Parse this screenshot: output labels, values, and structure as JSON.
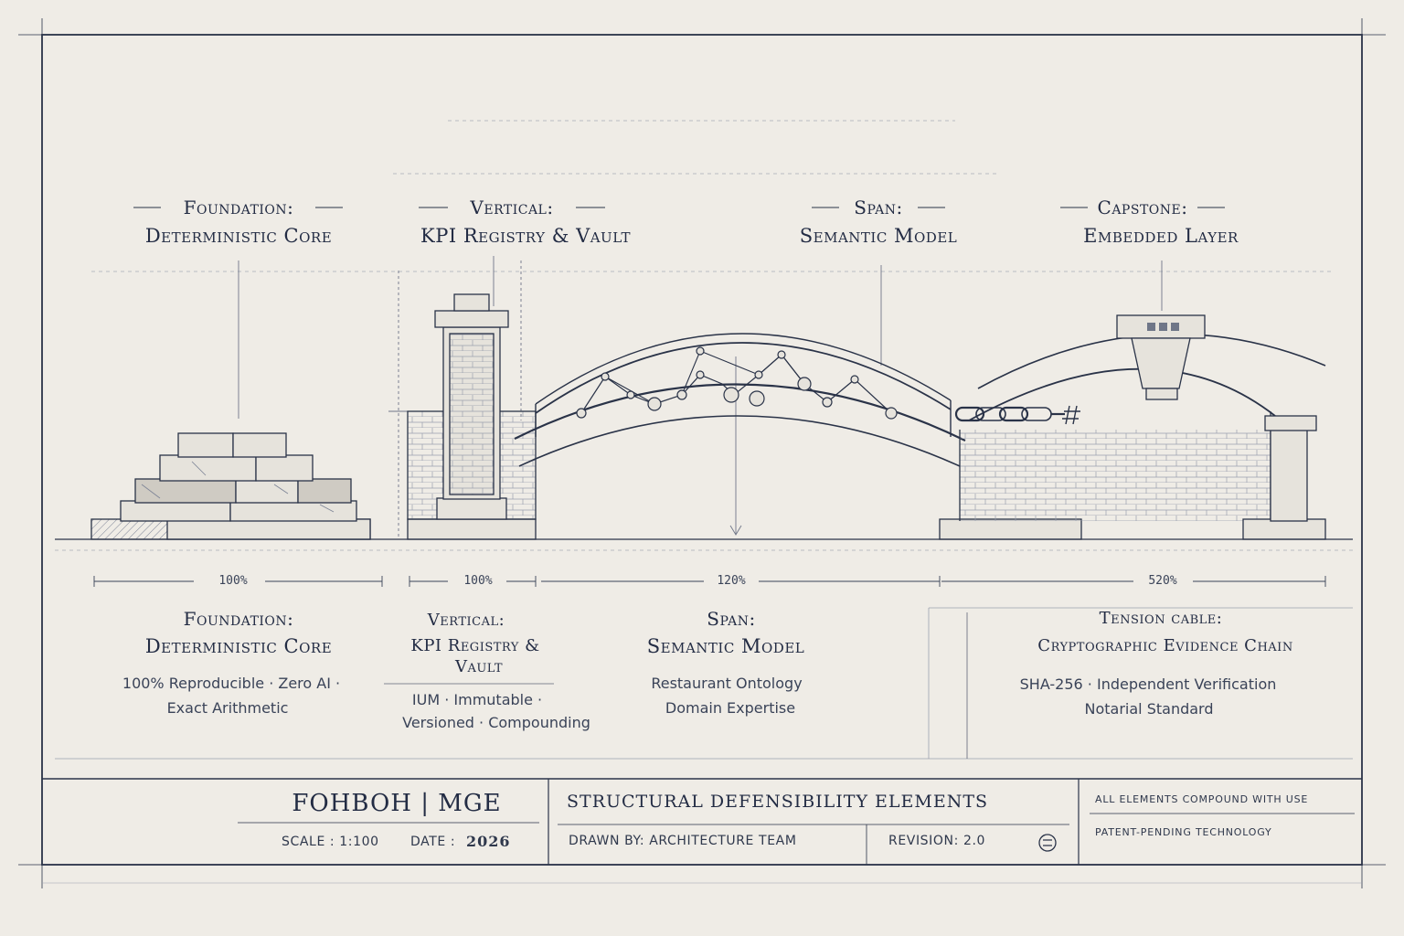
{
  "top_labels": {
    "foundation": {
      "line1": "Foundation:",
      "line2": "Deterministic Core"
    },
    "vertical": {
      "line1": "Vertical:",
      "line2": "KPI Registry & Vault"
    },
    "span": {
      "line1": "Span:",
      "line2": "Semantic Model"
    },
    "capstone": {
      "line1": "Capstone:",
      "line2": "Embedded Layer"
    }
  },
  "dimensions": [
    "100%",
    "100%",
    "120%",
    "520%"
  ],
  "bottom_labels": {
    "foundation": {
      "line1": "Foundation:",
      "line2": "Deterministic Core",
      "desc1": "100% Reproducible · Zero AI ·",
      "desc2": "Exact Arithmetic"
    },
    "vertical": {
      "line1": "Vertical:",
      "line2": "KPI Registry &",
      "line3": "Vault",
      "desc1": "IUM · Immutable ·",
      "desc2": "Versioned · Compounding"
    },
    "span": {
      "line1": "Span:",
      "line2": "Semantic Model",
      "desc1": "Restaurant Ontology",
      "desc2": "Domain Expertise"
    },
    "tension": {
      "line1": "Tension cable:",
      "line2": "Cryptographic Evidence Chain",
      "desc1": "SHA-256 · Independent Verification",
      "desc2": "Notarial Standard"
    }
  },
  "title_block": {
    "brand": "FOHBOH | MGE",
    "scale": "SCALE : 1:100",
    "date_label": "DATE :",
    "date_value": "2026",
    "title": "STRUCTURAL DEFENSIBILITY ELEMENTS",
    "drawn_by": "DRAWN BY: ARCHITECTURE TEAM",
    "revision": "REVISION: 2.0",
    "note1": "ALL ELEMENTS COMPOUND WITH USE",
    "note2": "PATENT-PENDING TECHNOLOGY"
  },
  "colors": {
    "paper": "#efece6",
    "ink": "#2a3348",
    "light_ink": "#8a90a0"
  }
}
